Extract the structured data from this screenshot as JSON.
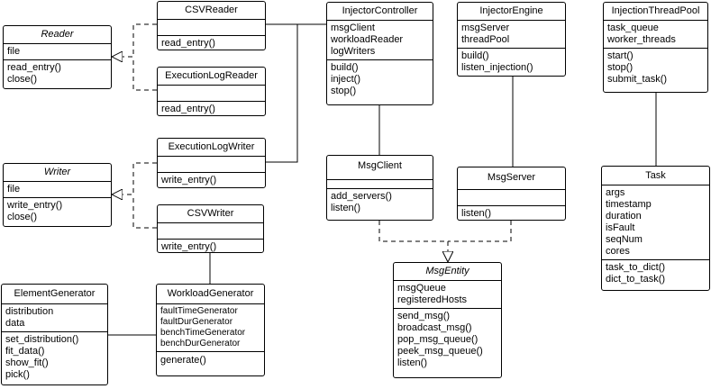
{
  "classes": {
    "reader": {
      "name": "Reader",
      "abstract": true,
      "attributes": [
        "file"
      ],
      "methods": [
        "read_entry()",
        "close()"
      ]
    },
    "writer": {
      "name": "Writer",
      "abstract": true,
      "attributes": [
        "file"
      ],
      "methods": [
        "write_entry()",
        "close()"
      ]
    },
    "csv_reader": {
      "name": "CSVReader",
      "attributes": [],
      "methods": [
        "read_entry()"
      ]
    },
    "execution_log_reader": {
      "name": "ExecutionLogReader",
      "attributes": [],
      "methods": [
        "read_entry()"
      ]
    },
    "execution_log_writer": {
      "name": "ExecutionLogWriter",
      "attributes": [],
      "methods": [
        "write_entry()"
      ]
    },
    "csv_writer": {
      "name": "CSVWriter",
      "attributes": [],
      "methods": [
        "write_entry()"
      ]
    },
    "injector_controller": {
      "name": "InjectorController",
      "attributes": [
        "msgClient",
        "workloadReader",
        "logWriters"
      ],
      "methods": [
        "build()",
        "inject()",
        "stop()"
      ]
    },
    "injector_engine": {
      "name": "InjectorEngine",
      "attributes": [
        "msgServer",
        "threadPool"
      ],
      "methods": [
        "build()",
        "listen_injection()"
      ]
    },
    "injection_thread_pool": {
      "name": "InjectionThreadPool",
      "attributes": [
        "task_queue",
        "worker_threads"
      ],
      "methods": [
        "start()",
        "stop()",
        "submit_task()"
      ]
    },
    "msg_client": {
      "name": "MsgClient",
      "attributes": [],
      "methods": [
        "add_servers()",
        "listen()"
      ]
    },
    "msg_server": {
      "name": "MsgServer",
      "attributes": [],
      "methods": [
        "listen()"
      ]
    },
    "task": {
      "name": "Task",
      "attributes": [
        "args",
        "timestamp",
        "duration",
        "isFault",
        "seqNum",
        "cores"
      ],
      "methods": [
        "task_to_dict()",
        "dict_to_task()"
      ]
    },
    "msg_entity": {
      "name": "MsgEntity",
      "abstract": true,
      "attributes": [
        "msgQueue",
        "registeredHosts"
      ],
      "methods": [
        "send_msg()",
        "broadcast_msg()",
        "pop_msg_queue()",
        "peek_msg_queue()",
        "listen()"
      ]
    },
    "element_generator": {
      "name": "ElementGenerator",
      "attributes": [
        "distribution",
        "data"
      ],
      "methods": [
        "set_distribution()",
        "fit_data()",
        "show_fit()",
        "pick()"
      ]
    },
    "workload_generator": {
      "name": "WorkloadGenerator",
      "attributes": [
        "faultTimeGenerator",
        "faultDurGenerator",
        "benchTimeGenerator",
        "benchDurGenerator"
      ],
      "methods": [
        "generate()"
      ]
    }
  },
  "relations": [
    {
      "from": "csv_reader",
      "to": "reader",
      "kind": "realization"
    },
    {
      "from": "execution_log_reader",
      "to": "reader",
      "kind": "realization"
    },
    {
      "from": "execution_log_writer",
      "to": "writer",
      "kind": "realization"
    },
    {
      "from": "csv_writer",
      "to": "writer",
      "kind": "realization"
    },
    {
      "from": "msg_client",
      "to": "msg_entity",
      "kind": "realization"
    },
    {
      "from": "msg_server",
      "to": "msg_entity",
      "kind": "realization"
    },
    {
      "from": "csv_reader",
      "to": "injector_controller",
      "kind": "association"
    },
    {
      "from": "execution_log_writer",
      "to": "injector_controller",
      "kind": "association"
    },
    {
      "from": "injector_controller",
      "to": "msg_client",
      "kind": "association"
    },
    {
      "from": "injector_engine",
      "to": "msg_server",
      "kind": "association"
    },
    {
      "from": "injection_thread_pool",
      "to": "task",
      "kind": "association"
    },
    {
      "from": "csv_writer",
      "to": "workload_generator",
      "kind": "association"
    },
    {
      "from": "element_generator",
      "to": "workload_generator",
      "kind": "association"
    }
  ],
  "colors": {
    "line": "#000000",
    "box_fill": "#ffffff",
    "background": "#ffffff"
  }
}
